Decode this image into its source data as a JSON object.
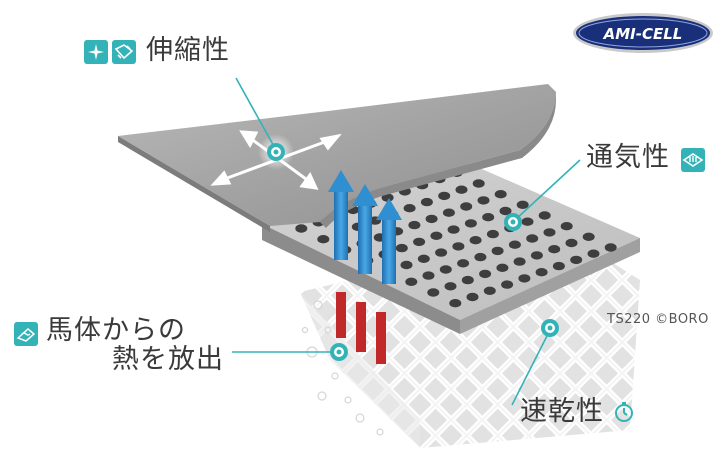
{
  "labels": {
    "stretch": "伸縮性",
    "breathability": "通気性",
    "heat_release_line1": "馬体からの",
    "heat_release_line2": "熱を放出",
    "quick_dry": "速乾性"
  },
  "logo_text": "AMI-CELL",
  "credit": "TS220 ©BORO",
  "icons": {
    "stretch": [
      "sparkle-icon",
      "stretch-fabric-icon"
    ],
    "breathability": "airflow-icon",
    "heat_release": "heat-wave-icon",
    "quick_dry": "stopwatch-icon"
  },
  "colors": {
    "accent": "#33b3b8",
    "arrow_blue": "#2f8fd0",
    "heat_red": "#c0282a",
    "logo_navy": "#1a2f7a"
  }
}
